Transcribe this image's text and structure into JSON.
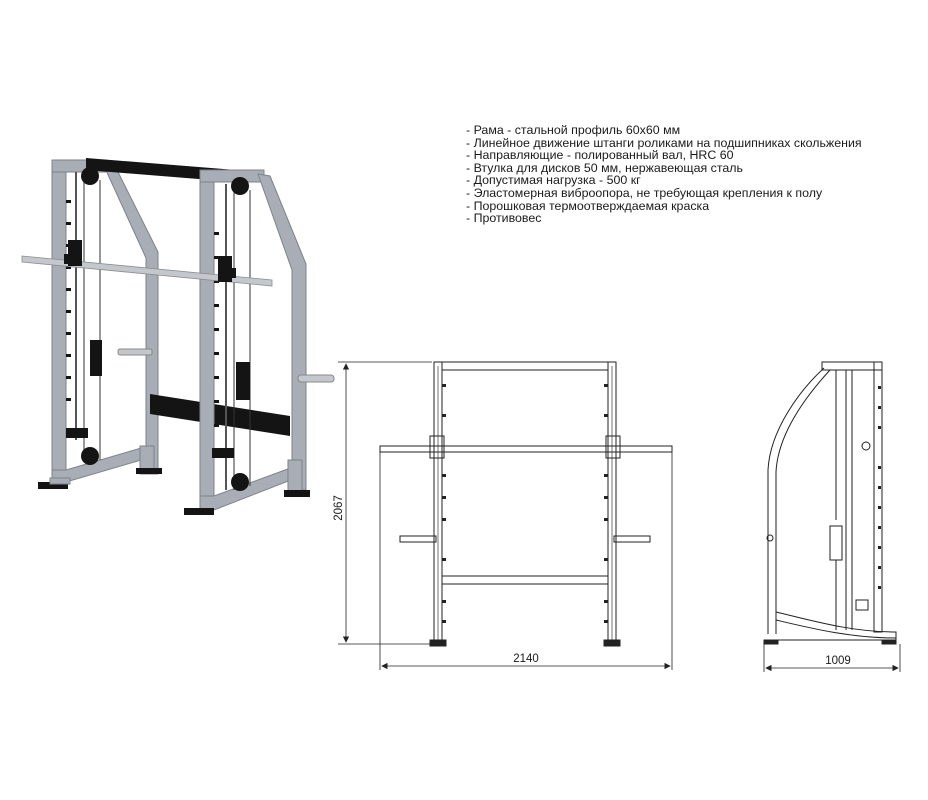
{
  "specs": [
    "- Рама - стальной профиль 60х60 мм",
    "- Линейное движение штанги роликами на подшипниках скольжения",
    "- Направляющие - полированный вал, HRC 60",
    "- Втулка для дисков 50 мм, нержавеющая сталь",
    "- Допустимая нагрузка - 500 кг",
    "- Эластомерная виброопора, не требующая крепления к полу",
    "- Порошковая термоотверждаемая краска",
    "- Противовес"
  ],
  "dimensions": {
    "height": "2067",
    "width": "2140",
    "depth": "1009"
  },
  "colors": {
    "frame": "#a8adb6",
    "frame_dark": "#7d828b",
    "black_parts": "#141414",
    "bar": "#c4c7cc",
    "line": "#222222"
  }
}
